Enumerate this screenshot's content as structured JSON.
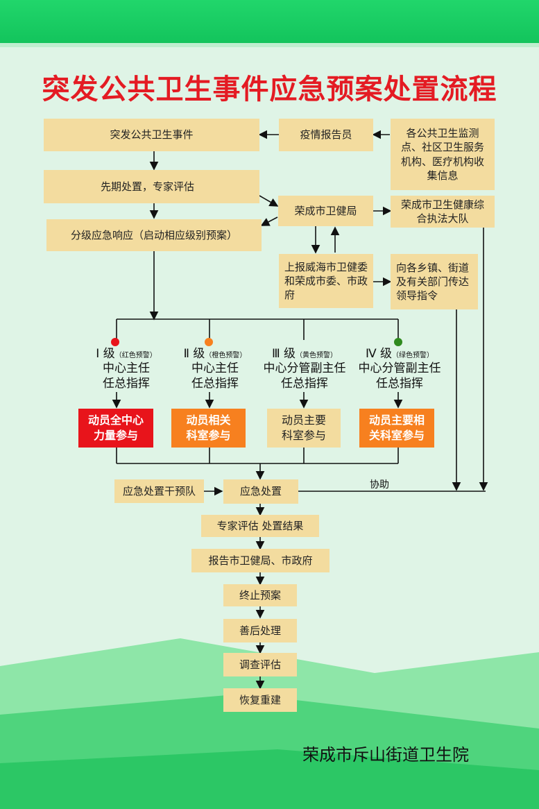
{
  "title": "突发公共卫生事件应急预案处置流程",
  "boxes": {
    "event": "突发公共卫生事件",
    "reporter": "疫情报告员",
    "monitor": "各公共卫生监测点、社区卫生服务机构、医疗机构收集信息",
    "initial": "先期处置，专家评估",
    "bureau": "荣成市卫健局",
    "enforcement": "荣成市卫生健康综合执法大队",
    "graded": "分级应急响应（启动相应级别预案）",
    "report_up": "上报威海市卫健委和荣成市委、市政府",
    "notify": "向各乡镇、街道及有关部门传达领导指令",
    "l1_action": "动员全中心力量参与",
    "l2_action": "动员相关科室参与",
    "l3_action": "动员主要科室参与",
    "l4_action": "动员主要相关科室参与",
    "team": "应急处置干预队",
    "response": "应急处置",
    "expert_result": "专家评估 处置结果",
    "report_gov": "报告市卫健局、市政府",
    "terminate": "终止预案",
    "aftercare": "善后处理",
    "investigate": "调查评估",
    "rebuild": "恢复重建"
  },
  "levels": [
    {
      "grade": "Ⅰ 级",
      "warning": "（红色预警）",
      "line1": "中心主任",
      "line2": "任总指挥",
      "dot_color": "#e8141b"
    },
    {
      "grade": "Ⅱ 级",
      "warning": "（橙色预警）",
      "line1": "中心主任",
      "line2": "任总指挥",
      "dot_color": "#f7801f"
    },
    {
      "grade": "Ⅲ 级",
      "warning": "（黄色预警）",
      "line1": "中心分管副主任",
      "line2": "任总指挥",
      "dot_color": null
    },
    {
      "grade": "Ⅳ 级",
      "warning": "（绿色预警）",
      "line1": "中心分管副主任",
      "line2": "任总指挥",
      "dot_color": "#2f8a1e"
    }
  ],
  "assist_label": "协助",
  "footer": "荣成市斥山街道卫生院",
  "colors": {
    "title": "#e41b23",
    "box": "#f3dc9f",
    "top_bar": "#13c45c"
  }
}
